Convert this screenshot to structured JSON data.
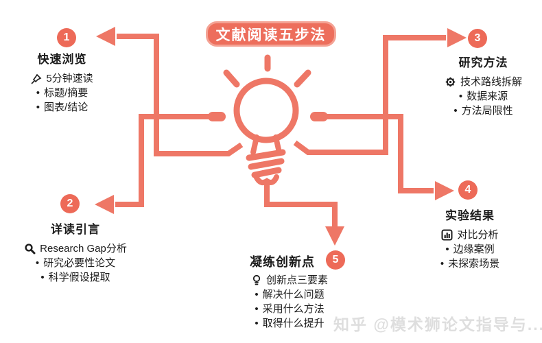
{
  "title": "文献阅读五步法",
  "bullet": "•",
  "center_icon": "lightbulb-sketch-icon",
  "colors": {
    "accent": "#ed6e5c",
    "accent_border": "#f4a294",
    "line": "#ee7766",
    "text": "#1c1c1c",
    "watermark": "#dedede"
  },
  "steps": [
    {
      "number": "1",
      "title": "快速浏览",
      "icon": "pushpin-icon",
      "lead": "5分钟速读",
      "bullets": [
        "标题/摘要",
        "图表/结论"
      ]
    },
    {
      "number": "2",
      "title": "详读引言",
      "icon": "magnifier-icon",
      "lead": "Research Gap分析",
      "bullets": [
        "研究必要性论文",
        "科学假设提取"
      ]
    },
    {
      "number": "3",
      "title": "研究方法",
      "icon": "gear-icon",
      "lead": "技术路线拆解",
      "bullets": [
        "数据来源",
        "方法局限性"
      ]
    },
    {
      "number": "4",
      "title": "实验结果",
      "icon": "bar-chart-icon",
      "lead": "对比分析",
      "bullets": [
        "边缘案例",
        "未探索场景"
      ]
    },
    {
      "number": "5",
      "title": "凝练创新点",
      "icon": "lightbulb-icon",
      "lead": "创新点三要素",
      "bullets": [
        "解决什么问题",
        "采用什么方法",
        "取得什么提升"
      ]
    }
  ],
  "watermark": "知乎 @模术狮论文指导与..."
}
